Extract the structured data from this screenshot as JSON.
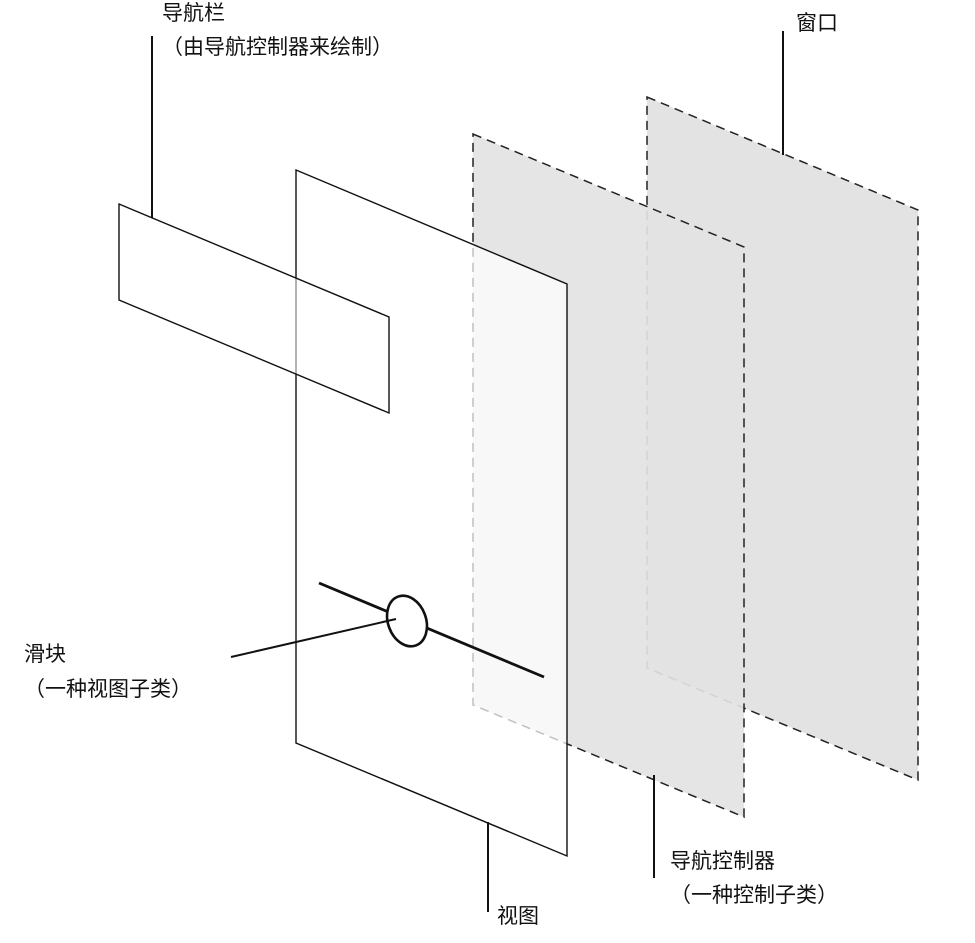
{
  "labels": {
    "nav_bar": {
      "title": "导航栏",
      "subtitle": "（由导航控制器来绘制）"
    },
    "window": {
      "title": "窗口"
    },
    "slider": {
      "title": "滑块",
      "subtitle": "（一种视图子类）"
    },
    "nav_controller": {
      "title": "导航控制器",
      "subtitle": "（一种控制子类）"
    },
    "view": {
      "title": "视图"
    }
  },
  "colors": {
    "line": "#111111",
    "window_fill": "#e3e3e3",
    "controller_fill": "#e3e3e3",
    "view_fill": "#ffffff",
    "dash_stroke": "#222222"
  }
}
